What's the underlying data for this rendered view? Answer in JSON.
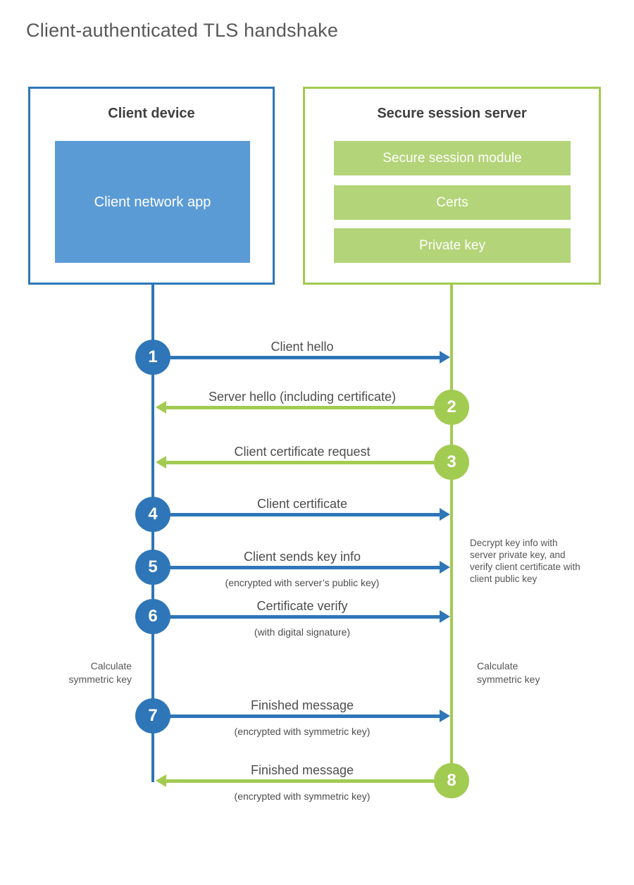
{
  "title": "Client-authenticated TLS handshake",
  "colors": {
    "blue_accent": "#2e76b8",
    "blue_fill": "#5b9bd5",
    "green_accent": "#a2cb51",
    "green_fill": "#b3d478"
  },
  "client": {
    "title": "Client device",
    "app_label": "Client network app"
  },
  "server": {
    "title": "Secure session server",
    "modules": [
      "Secure session module",
      "Certs",
      "Private key"
    ]
  },
  "messages": [
    {
      "num": "1",
      "label": "Client hello",
      "direction": "client-to-server"
    },
    {
      "num": "2",
      "label": "Server hello (including certificate)",
      "direction": "server-to-client"
    },
    {
      "num": "3",
      "label": "Client certificate request",
      "direction": "server-to-client"
    },
    {
      "num": "4",
      "label": "Client certificate",
      "direction": "client-to-server"
    },
    {
      "num": "5",
      "label": "Client sends key info",
      "sub": "(encrypted with server’s public key)",
      "direction": "client-to-server"
    },
    {
      "num": "6",
      "label": "Certificate verify",
      "sub": "(with digital signature)",
      "direction": "client-to-server"
    },
    {
      "num": "7",
      "label": "Finished message",
      "sub": "(encrypted with symmetric key)",
      "direction": "client-to-server"
    },
    {
      "num": "8",
      "label": "Finished message",
      "sub": "(encrypted with symmetric key)",
      "direction": "server-to-client"
    }
  ],
  "annotations": {
    "client_calculate": "Calculate symmetric key",
    "server_calculate": "Calculate symmetric key",
    "server_decrypt_note": "Decrypt key info with server private key, and verify client certificate with client public key"
  }
}
